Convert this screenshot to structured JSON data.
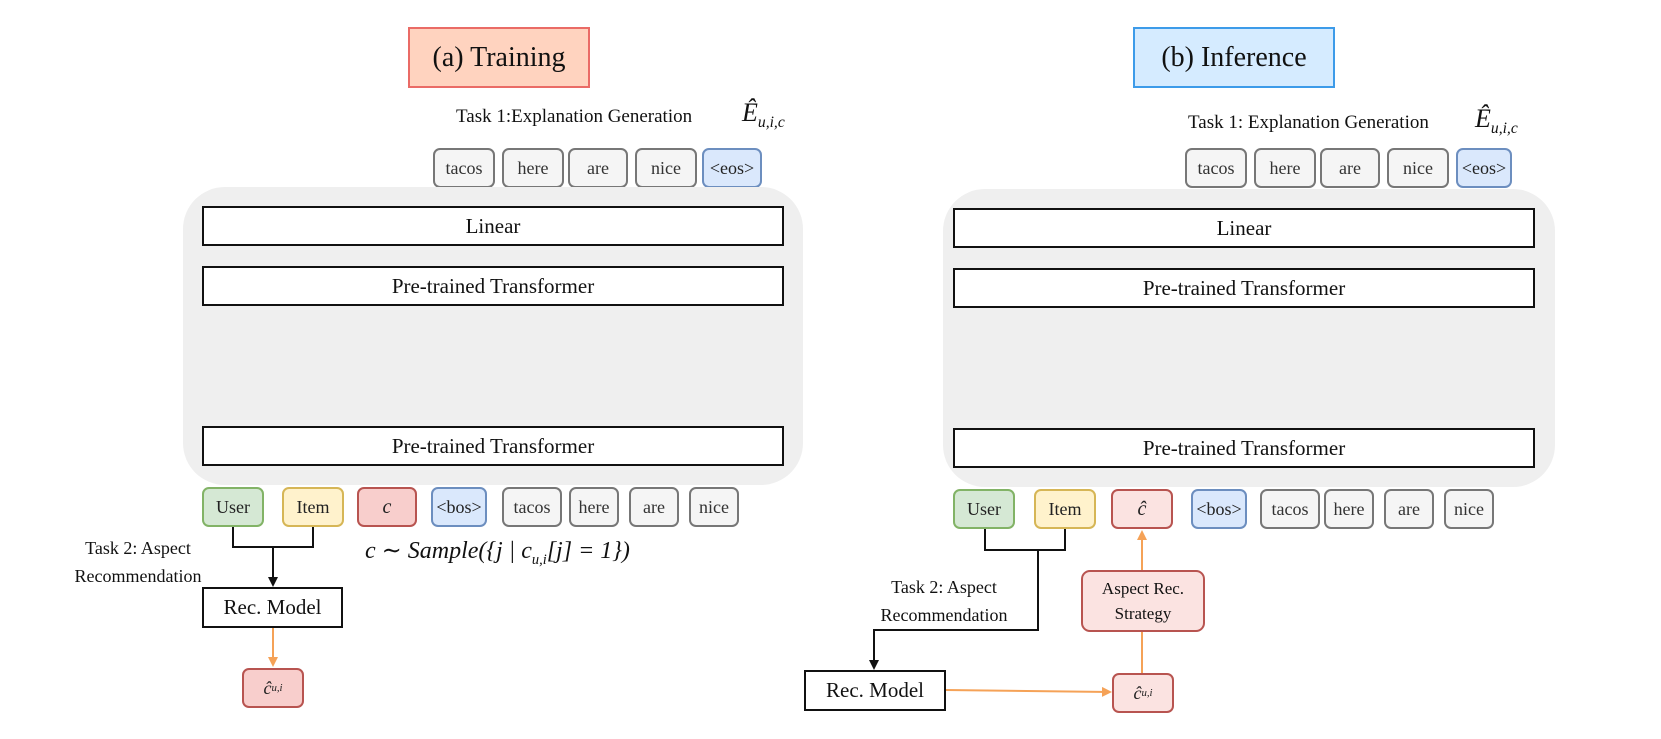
{
  "training": {
    "title": "(a) Training",
    "task1_label": "Task 1:Explanation Generation",
    "task1_symbol": "Ê",
    "task1_symbol_sub": "u,i,c",
    "output_tokens": [
      "tacos",
      "here",
      "are",
      "nice",
      "<eos>"
    ],
    "linear_label": "Linear",
    "transformer_top_label": "Pre-trained Transformer",
    "transformer_bottom_label": "Pre-trained Transformer",
    "input_tokens": [
      "User",
      "Item",
      "c",
      "<bos>",
      "tacos",
      "here",
      "are",
      "nice"
    ],
    "task2_line1": "Task 2: Aspect",
    "task2_line2": "Recommendation",
    "rec_model_label": "Rec. Model",
    "rec_output": "ĉ",
    "rec_output_sub": "u,i",
    "sample_formula": "c ∼ Sample({j | c",
    "sample_formula_sub": "u,i",
    "sample_formula_tail": "[j] = 1})"
  },
  "inference": {
    "title": "(b) Inference",
    "task1_label": "Task 1: Explanation Generation",
    "task1_symbol": "Ê",
    "task1_symbol_sub": "u,i,c",
    "output_tokens": [
      "tacos",
      "here",
      "are",
      "nice",
      "<eos>"
    ],
    "linear_label": "Linear",
    "transformer_top_label": "Pre-trained Transformer",
    "transformer_bottom_label": "Pre-trained Transformer",
    "input_tokens": [
      "User",
      "Item",
      "ĉ",
      "<bos>",
      "tacos",
      "here",
      "are",
      "nice"
    ],
    "task2_line1": "Task 2: Aspect",
    "task2_line2": "Recommendation",
    "rec_model_label": "Rec. Model",
    "strategy_line1": "Aspect Rec.",
    "strategy_line2": "Strategy",
    "rec_output": "ĉ",
    "rec_output_sub": "u,i"
  },
  "colors": {
    "user": "#d5e8d4",
    "item": "#fff2cc",
    "aspect": "#f8cecc",
    "bos_eos": "#dae8fc",
    "arrow_orange": "#f5a257",
    "attention_lines": "#8a8a8a"
  }
}
